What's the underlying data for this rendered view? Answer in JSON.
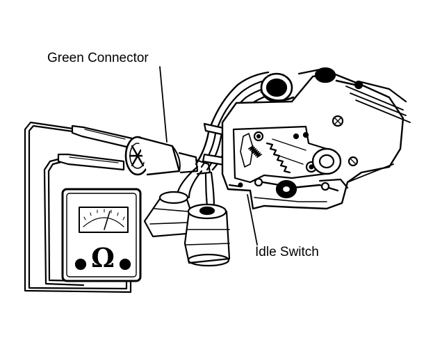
{
  "labels": {
    "green_connector": "Green Connector",
    "idle_switch": "Idle Switch"
  },
  "meter": {
    "symbol": "Ω"
  },
  "colors": {
    "ink": "#000000",
    "paper": "#ffffff"
  }
}
